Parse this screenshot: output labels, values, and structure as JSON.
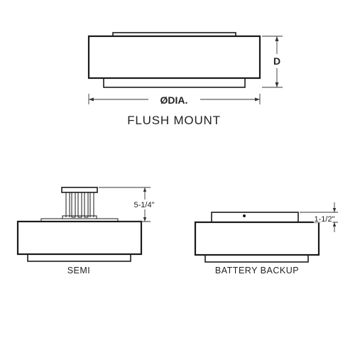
{
  "flush_mount": {
    "diameter_label": "ØDIA.",
    "depth_label": "D",
    "title": "FLUSH MOUNT"
  },
  "semi": {
    "height_label": "5-1/4\"",
    "title": "SEMI"
  },
  "battery_backup": {
    "height_label": "1-1/2\"",
    "title": "BATTERY BACKUP"
  }
}
